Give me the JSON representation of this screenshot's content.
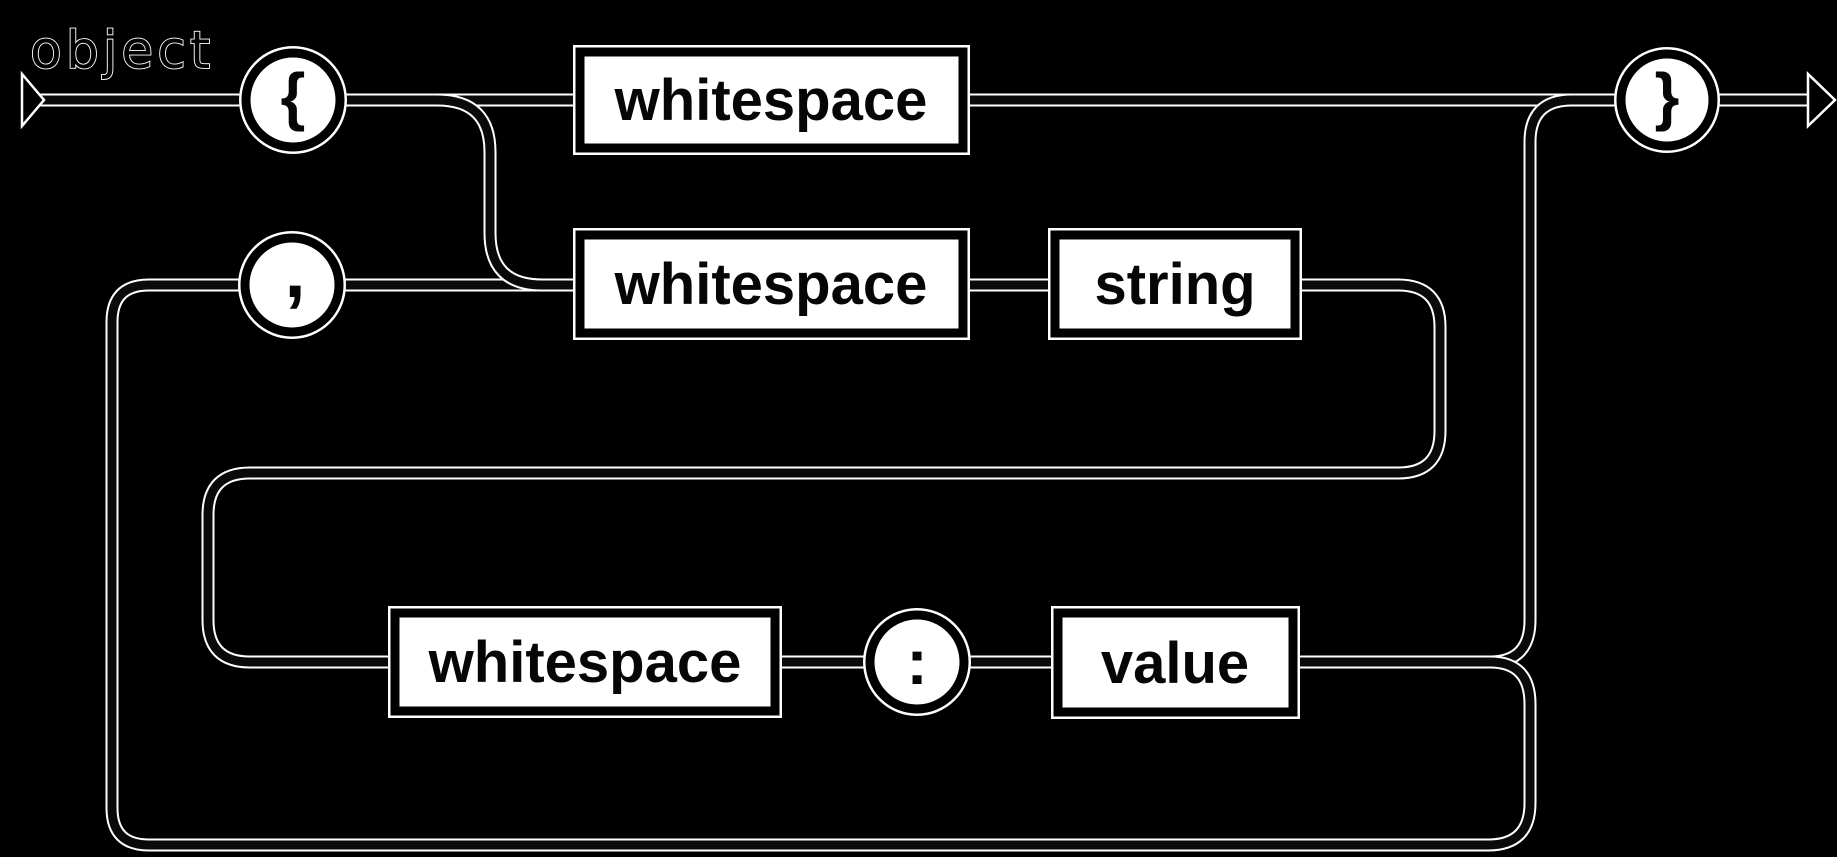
{
  "diagram": {
    "title": "object",
    "colors": {
      "background": "#000000",
      "rail_core": "#0a0a0a",
      "rail_halo": "#ffffff",
      "node_fill": "#ffffff",
      "node_border": "#000000",
      "label_text": "#060606"
    },
    "terminals": {
      "open_brace": "{",
      "close_brace": "}",
      "comma": ",",
      "colon": ":"
    },
    "nonterminals": {
      "row1_whitespace": "whitespace",
      "row2_whitespace": "whitespace",
      "row2_string": "string",
      "row3_whitespace": "whitespace",
      "row3_value": "value"
    }
  }
}
